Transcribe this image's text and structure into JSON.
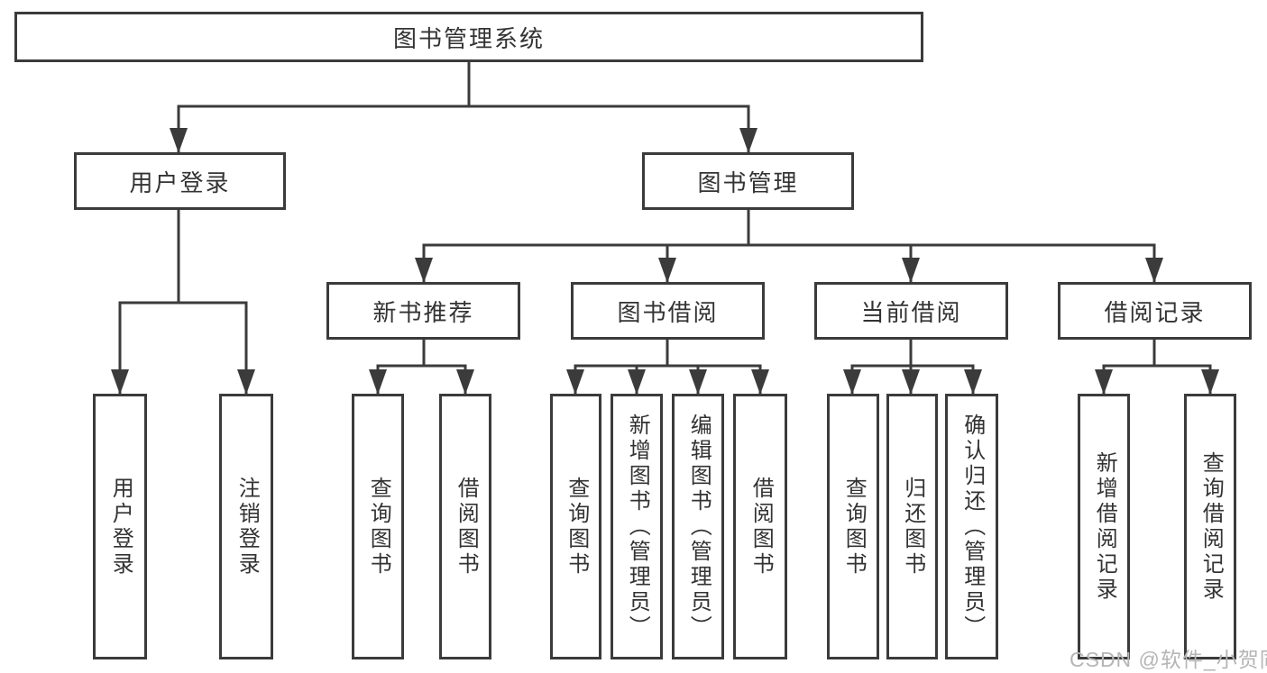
{
  "colors": {
    "line": "#3b3b3b",
    "text": "#333333",
    "background": "#ffffff",
    "watermark": "#b5b5b5"
  },
  "watermark": {
    "text": "CSDN @软件_小贺同学"
  },
  "tree": {
    "root": {
      "label": "图书管理系统"
    },
    "level2": {
      "user_login": {
        "label": "用户登录"
      },
      "book_mgmt": {
        "label": "图书管理"
      }
    },
    "level3": {
      "new_books": {
        "label": "新书推荐"
      },
      "book_borrow": {
        "label": "图书借阅"
      },
      "current_borrow": {
        "label": "当前借阅"
      },
      "borrow_records": {
        "label": "借阅记录"
      }
    },
    "leaves": {
      "user_login": [
        "用户登录",
        "注销登录"
      ],
      "new_books": [
        "查询图书",
        "借阅图书"
      ],
      "book_borrow": [
        "查询图书",
        "新增图书（管理员）",
        "编辑图书（管理员）",
        "借阅图书"
      ],
      "current_borrow": [
        "查询图书",
        "归还图书",
        "确认归还（管理员）"
      ],
      "borrow_records": [
        "新增借阅记录",
        "查询借阅记录"
      ]
    }
  }
}
